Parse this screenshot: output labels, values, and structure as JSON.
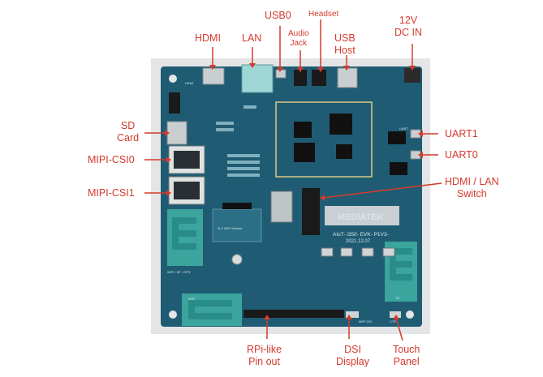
{
  "labels": {
    "usb0": "USB0",
    "headset": "Headset",
    "audio_jack": "Audio\nJack",
    "twelve_v": "12V\nDC IN",
    "hdmi": "HDMI",
    "lan": "LAN",
    "usb_host": "USB\nHost",
    "sd_card": "SD\nCard",
    "mipi_csi0": "MIPI-CSI0",
    "mipi_csi1": "MIPI-CSI1",
    "uart1": "UART1",
    "uart0": "UART0",
    "hdmi_lan_switch": "HDMI / LAN\nSwitch",
    "rpi_pinout": "RPi-like\nPin out",
    "dsi_display": "DSI\nDisplay",
    "touch_panel": "Touch\nPanel"
  },
  "board": {
    "brand": "MEDIATEK",
    "model": "AIoT- i350- EVK- P1V3-",
    "date": "2021.12.07",
    "wifi_module": "M.2 WIFI Module",
    "wifi_bt_gps": "WIFI / BT / GPS",
    "wifi": "WIFI",
    "bt": "BT",
    "hdmi_silk": "HDMI",
    "uart_silk": "UART",
    "dsi_silk": "MIPI DSI",
    "ctp_silk": "CTP"
  },
  "colors": {
    "label": "#d33a2c",
    "pcb": "#1f5c73",
    "frame": "#e3e5e6"
  }
}
